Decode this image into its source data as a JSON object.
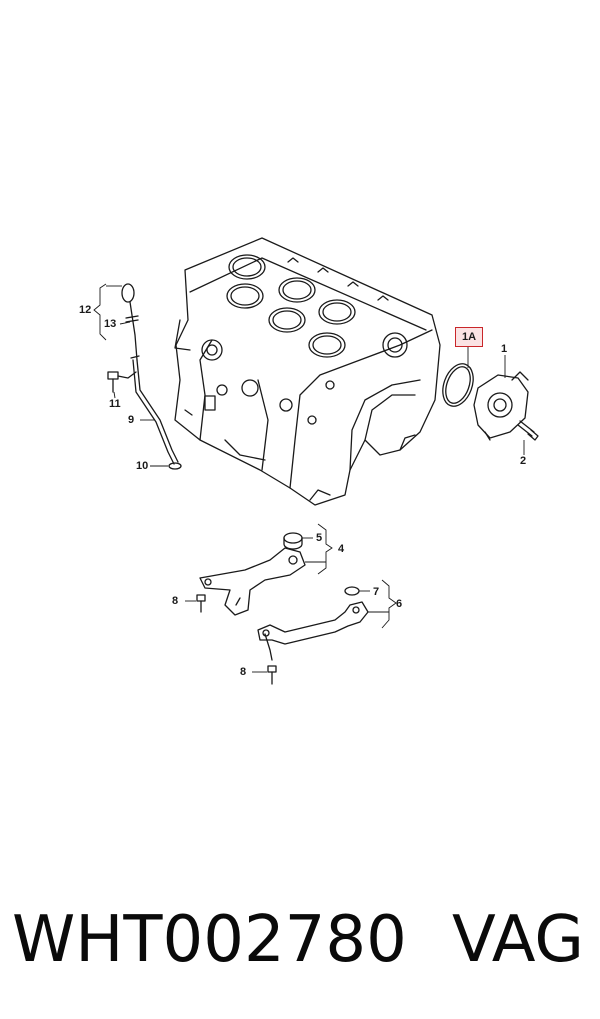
{
  "callouts": {
    "c1": "1",
    "c1a": "1A",
    "c2": "2",
    "c4": "4",
    "c5": "5",
    "c6": "6",
    "c7": "7",
    "c8a": "8",
    "c8b": "8",
    "c9": "9",
    "c10": "10",
    "c11": "11",
    "c12": "12",
    "c13": "13"
  },
  "caption": {
    "part_number": "WHT002780",
    "brand": "VAG"
  },
  "colors": {
    "line": "#1a1a1a",
    "highlight_border": "#c9262a",
    "highlight_fill": "#fbe3e4"
  }
}
